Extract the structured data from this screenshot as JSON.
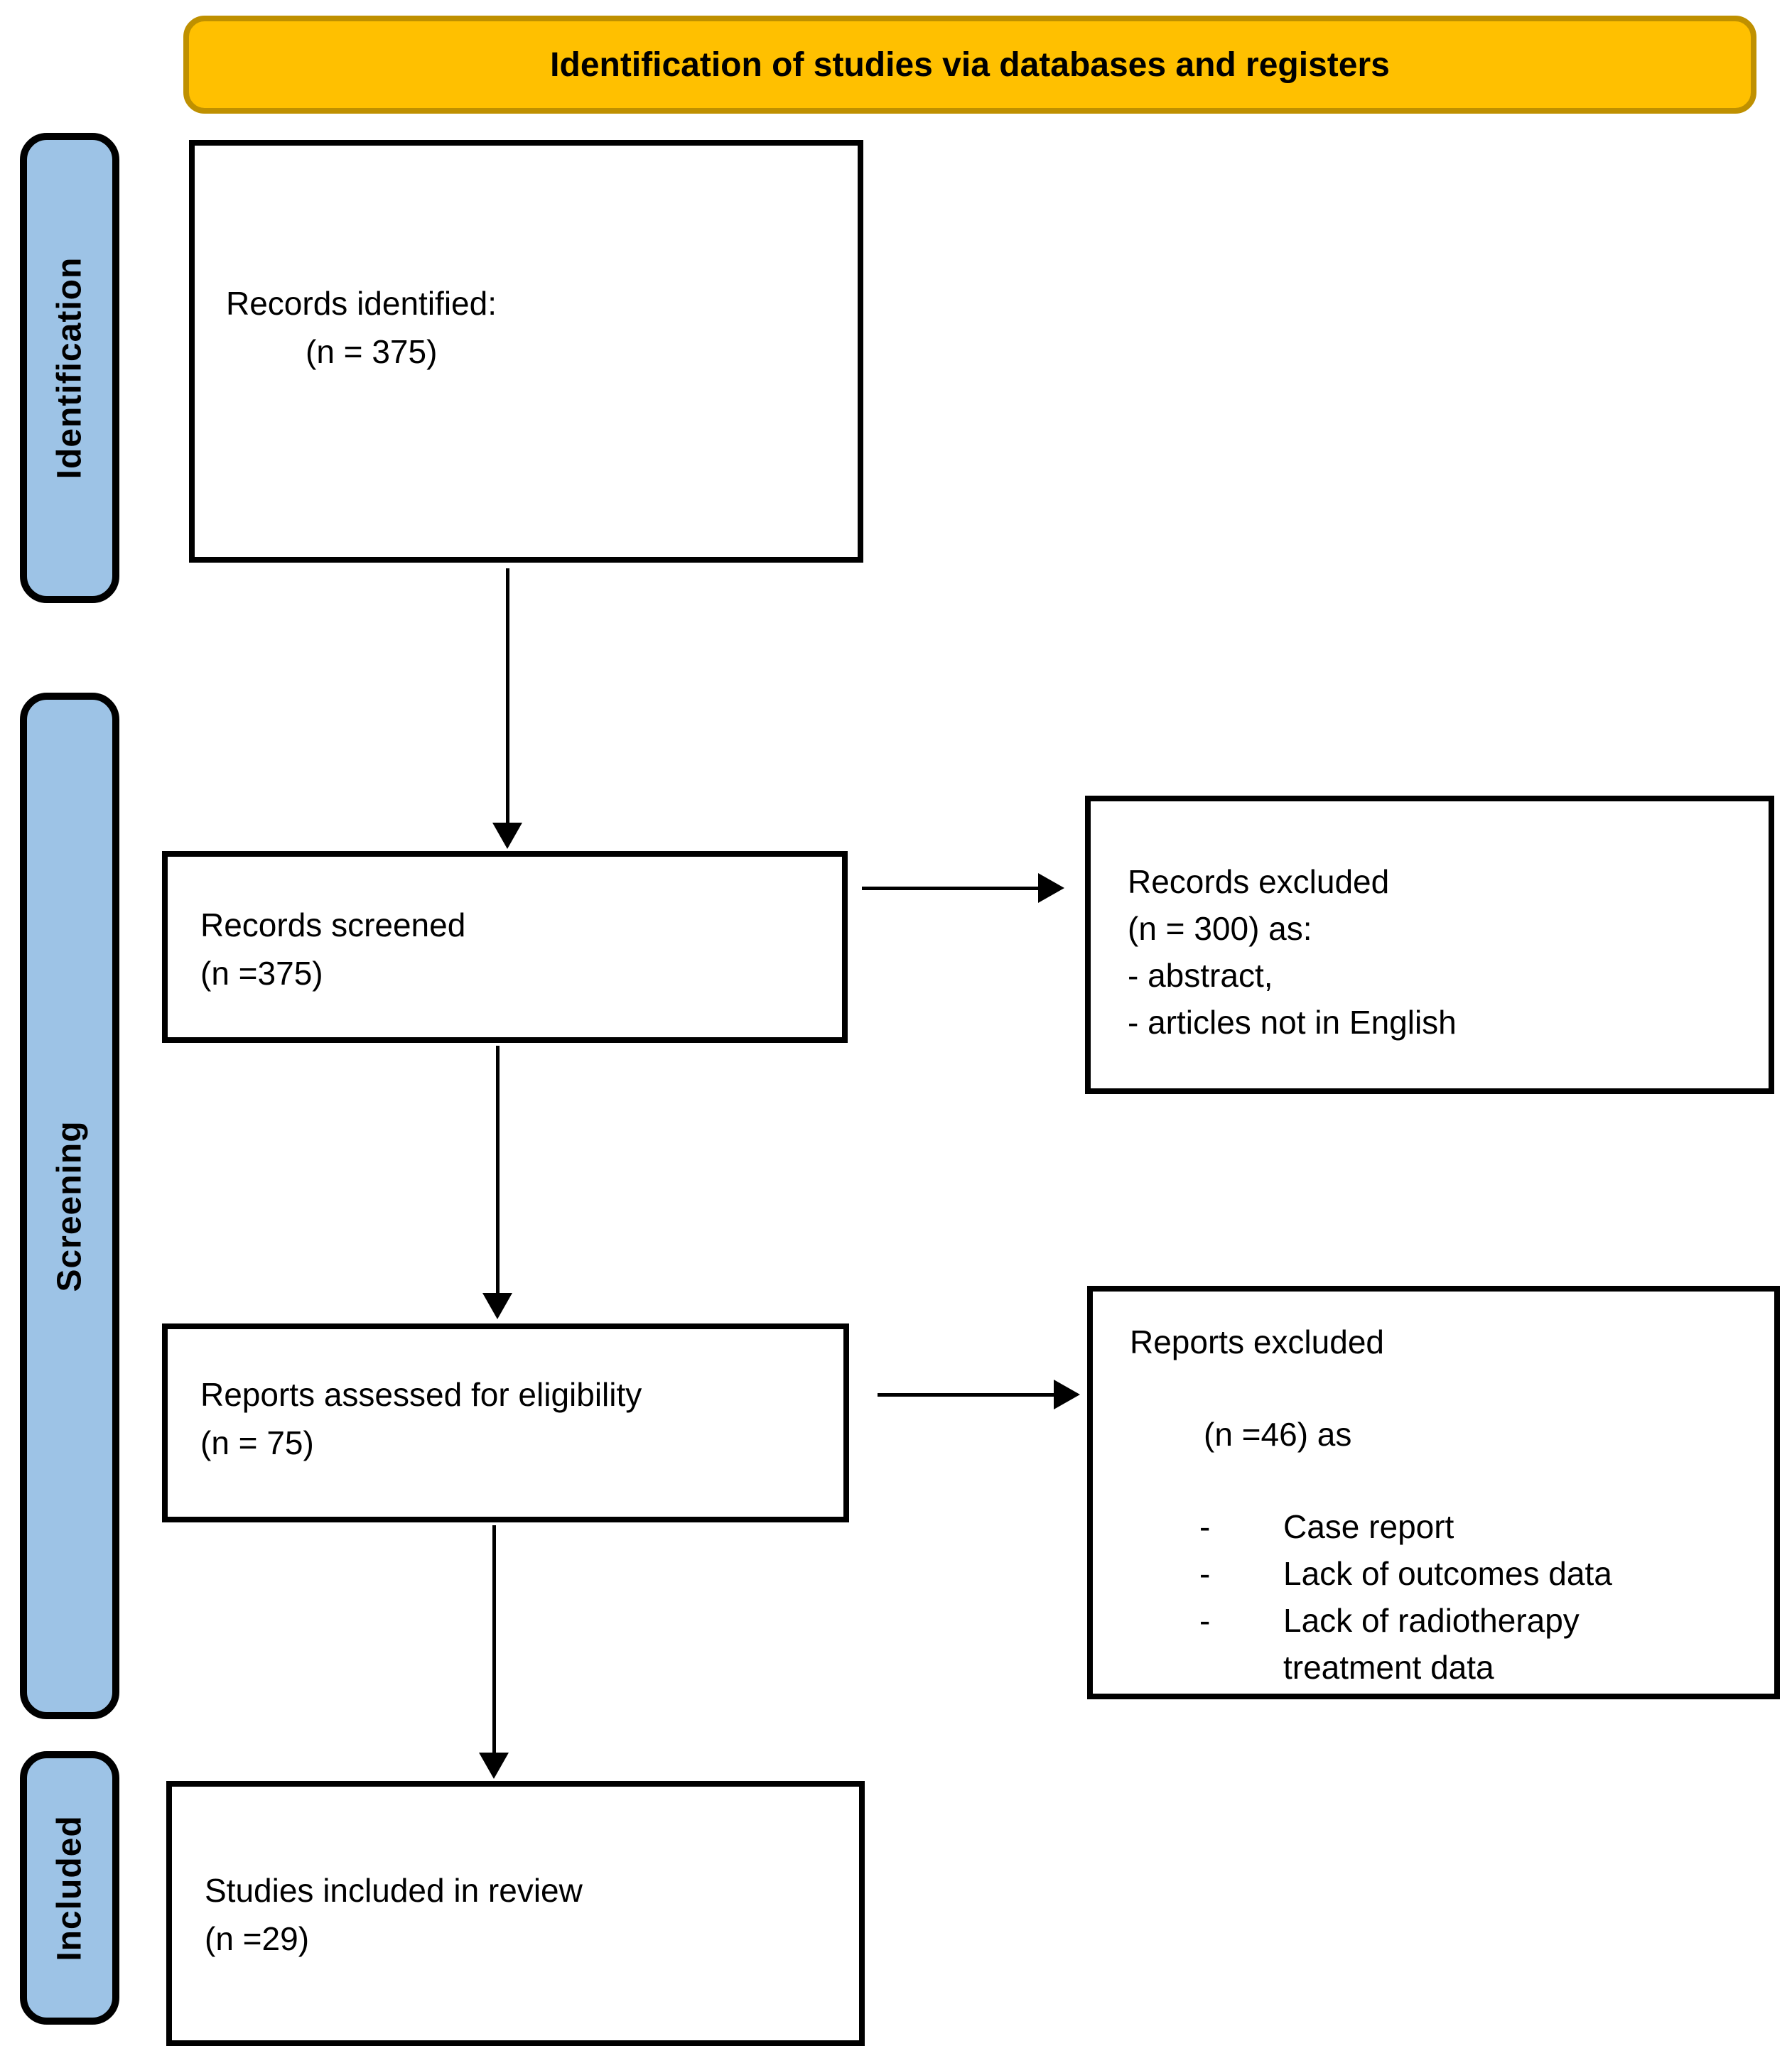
{
  "header": {
    "title": "Identification of studies via databases and registers"
  },
  "stages": {
    "identification": "Identification",
    "screening": "Screening",
    "included": "Included"
  },
  "boxes": {
    "records_identified": {
      "title": "Records identified:",
      "count": "(n = 375)"
    },
    "records_screened": {
      "title": "Records screened",
      "count": "(n =375)"
    },
    "records_excluded": {
      "title": "Records excluded",
      "count": "(n = 300) as:",
      "reasons": [
        "- abstract,",
        "- articles not in English"
      ]
    },
    "reports_assessed": {
      "title": "Reports assessed for eligibility",
      "count": "(n = 75)"
    },
    "reports_excluded": {
      "title": "Reports excluded",
      "count": "(n =46) as",
      "bullet_marker": "-",
      "reasons": [
        "Case report",
        "Lack of outcomes data",
        "Lack of radiotherapy treatment data"
      ]
    },
    "studies_included": {
      "title": "Studies included in review",
      "count": "(n =29)"
    }
  },
  "colors": {
    "banner_bg": "#FFC000",
    "banner_border": "#BF9000",
    "stage_bg": "#9DC3E6",
    "stage_border": "#000000",
    "box_bg": "#FFFFFF",
    "box_border": "#000000",
    "arrow": "#000000",
    "text": "#000000"
  }
}
